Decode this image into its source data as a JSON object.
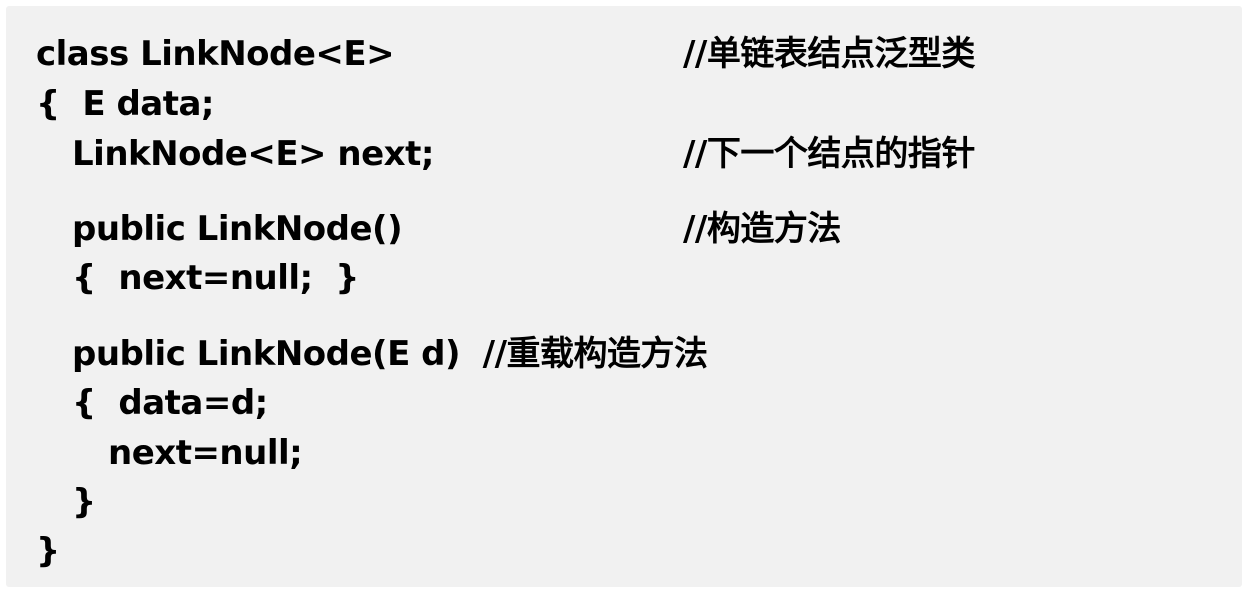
{
  "code": {
    "line1": "class LinkNode<E>",
    "line1_comment": "//单链表结点泛型类",
    "line2": "{  E data;",
    "line3": "LinkNode<E> next;",
    "line3_comment": "//下一个结点的指针",
    "line4": "public LinkNode()",
    "line4_comment": "//构造方法",
    "line5": "{  next=null;  }",
    "line6": "public LinkNode(E d)  //重载构造方法",
    "line7": "{  data=d;",
    "line8": "next=null;",
    "line9": "}",
    "line10": "}"
  }
}
